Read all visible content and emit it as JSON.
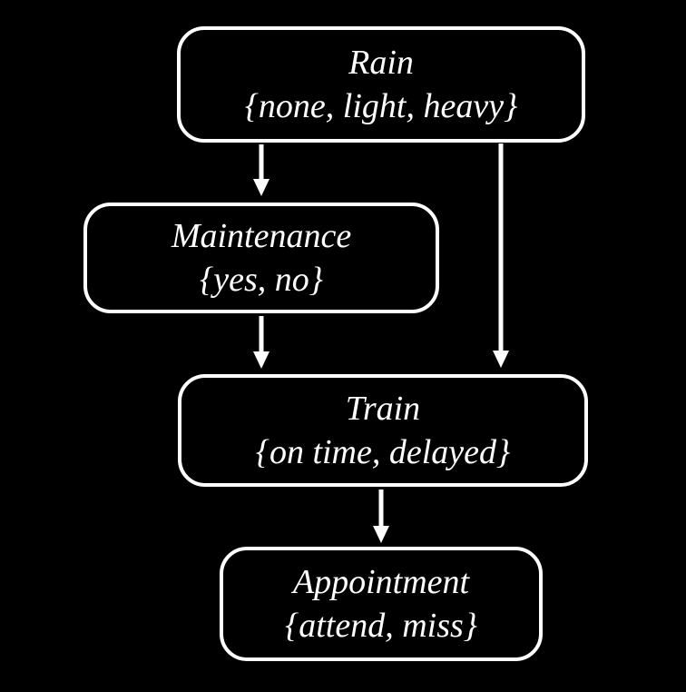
{
  "diagram": {
    "type": "bayesian-network",
    "background_color": "#000000",
    "node_fill_color": "#000000",
    "node_border_color": "#ffffff",
    "text_color": "#ffffff",
    "arrow_color": "#ffffff"
  },
  "nodes": [
    {
      "id": "rain",
      "label": "Rain",
      "domain": "{none, light, heavy}"
    },
    {
      "id": "maintenance",
      "label": "Maintenance",
      "domain": "{yes, no}"
    },
    {
      "id": "train",
      "label": "Train",
      "domain": "{on time, delayed}"
    },
    {
      "id": "appointment",
      "label": "Appointment",
      "domain": "{attend, miss}"
    }
  ],
  "edges": [
    {
      "from": "Rain",
      "to": "Maintenance"
    },
    {
      "from": "Rain",
      "to": "Train"
    },
    {
      "from": "Maintenance",
      "to": "Train"
    },
    {
      "from": "Train",
      "to": "Appointment"
    }
  ]
}
